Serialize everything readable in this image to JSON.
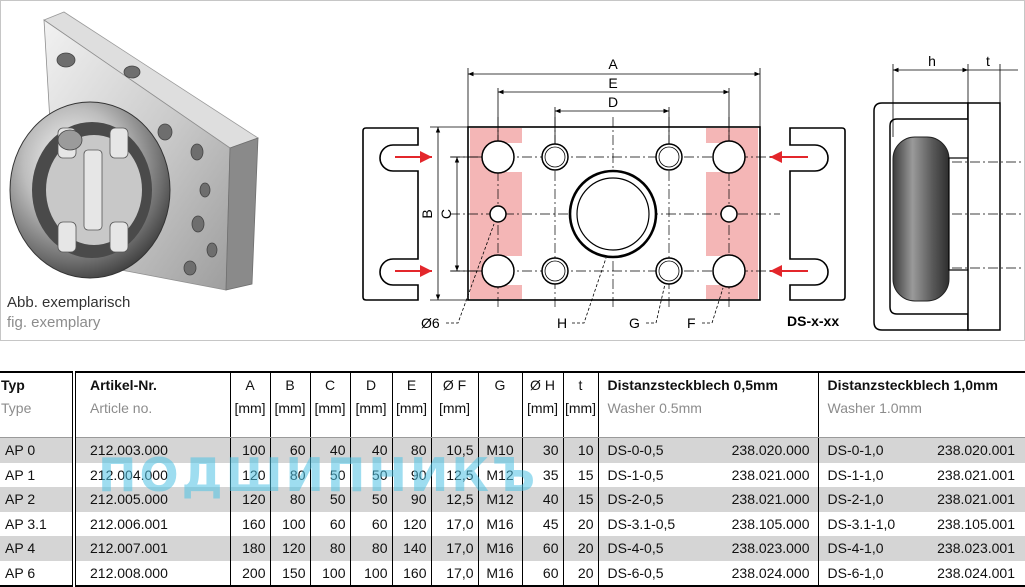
{
  "photo": {
    "caption_de": "Abb. exemplarisch",
    "caption_en": "fig. exemplary"
  },
  "drawing": {
    "dims": {
      "A": "A",
      "E": "E",
      "D": "D",
      "B": "B",
      "C": "C",
      "h": "h",
      "t": "t"
    },
    "callouts": {
      "bore": "Ø6",
      "H": "H",
      "G": "G",
      "F": "F"
    },
    "washer_label": "DS-x-xx"
  },
  "table": {
    "headers": {
      "typ": {
        "de": "Typ",
        "en": "Type"
      },
      "article": {
        "de": "Artikel-Nr.",
        "en": "Article no."
      },
      "dims": [
        {
          "label": "A",
          "unit": "[mm]"
        },
        {
          "label": "B",
          "unit": "[mm]"
        },
        {
          "label": "C",
          "unit": "[mm]"
        },
        {
          "label": "D",
          "unit": "[mm]"
        },
        {
          "label": "E",
          "unit": "[mm]"
        },
        {
          "label": "Ø F",
          "unit": "[mm]"
        },
        {
          "label": "G",
          "unit": ""
        },
        {
          "label": "Ø H",
          "unit": "[mm]"
        },
        {
          "label": "t",
          "unit": "[mm]"
        }
      ],
      "washer05": {
        "de": "Distanzsteckblech 0,5mm",
        "en": "Washer 0.5mm"
      },
      "washer10": {
        "de": "Distanzsteckblech 1,0mm",
        "en": "Washer 1.0mm"
      }
    },
    "rows": [
      {
        "type": "AP 0",
        "article": "212.003.000",
        "A": "100",
        "B": "60",
        "C": "40",
        "D": "40",
        "E": "80",
        "F": "10,5",
        "G": "M10",
        "H": "30",
        "t": "10",
        "ds05": "DS-0-0,5",
        "ds05_no": "238.020.000",
        "ds10": "DS-0-1,0",
        "ds10_no": "238.020.001"
      },
      {
        "type": "AP 1",
        "article": "212.004.000",
        "A": "120",
        "B": "80",
        "C": "50",
        "D": "50",
        "E": "90",
        "F": "12,5",
        "G": "M12",
        "H": "35",
        "t": "15",
        "ds05": "DS-1-0,5",
        "ds05_no": "238.021.000",
        "ds10": "DS-1-1,0",
        "ds10_no": "238.021.001"
      },
      {
        "type": "AP 2",
        "article": "212.005.000",
        "A": "120",
        "B": "80",
        "C": "50",
        "D": "50",
        "E": "90",
        "F": "12,5",
        "G": "M12",
        "H": "40",
        "t": "15",
        "ds05": "DS-2-0,5",
        "ds05_no": "238.021.000",
        "ds10": "DS-2-1,0",
        "ds10_no": "238.021.001"
      },
      {
        "type": "AP 3.1",
        "article": "212.006.001",
        "A": "160",
        "B": "100",
        "C": "60",
        "D": "60",
        "E": "120",
        "F": "17,0",
        "G": "M16",
        "H": "45",
        "t": "20",
        "ds05": "DS-3.1-0,5",
        "ds05_no": "238.105.000",
        "ds10": "DS-3.1-1,0",
        "ds10_no": "238.105.001"
      },
      {
        "type": "AP 4",
        "article": "212.007.001",
        "A": "180",
        "B": "120",
        "C": "80",
        "D": "80",
        "E": "140",
        "F": "17,0",
        "G": "M16",
        "H": "60",
        "t": "20",
        "ds05": "DS-4-0,5",
        "ds05_no": "238.023.000",
        "ds10": "DS-4-1,0",
        "ds10_no": "238.023.001"
      },
      {
        "type": "AP 6",
        "article": "212.008.000",
        "A": "200",
        "B": "150",
        "C": "100",
        "D": "100",
        "E": "160",
        "F": "17,0",
        "G": "M16",
        "H": "60",
        "t": "20",
        "ds05": "DS-6-0,5",
        "ds05_no": "238.024.000",
        "ds10": "DS-6-1,0",
        "ds10_no": "238.024.001"
      }
    ]
  },
  "watermark": "ПОДШИПНИКЪ",
  "colors": {
    "highlight": "#f4b6b6",
    "arrow": "#e3262b",
    "row_shade": "#d5d5d5",
    "watermark": "#4fc3e4"
  }
}
